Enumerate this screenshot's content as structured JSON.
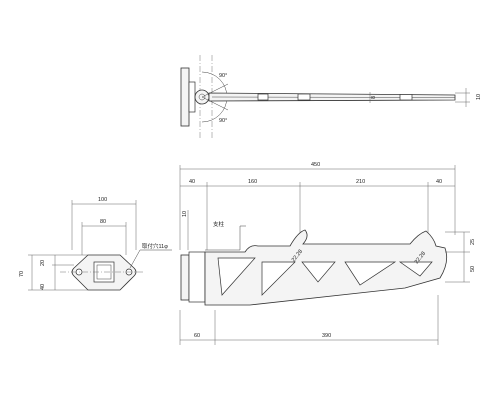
{
  "top_view": {
    "angle_top": "90°",
    "angle_bottom": "90°",
    "dim_8": "8",
    "dim_10": "10"
  },
  "front_view": {
    "dim_total": "450",
    "dim_40_left": "40",
    "dim_160": "160",
    "dim_210": "210",
    "dim_40_right": "40",
    "dim_10": "10",
    "label_support": "支柱",
    "dim_r_left": "22.28",
    "dim_r_right": "22.28",
    "dim_25": "25",
    "dim_50": "50",
    "dim_60": "60",
    "dim_390": "390"
  },
  "side_view": {
    "dim_100": "100",
    "dim_80": "80",
    "label_hole": "取付穴11φ",
    "dim_20": "20",
    "dim_40": "40",
    "dim_70": "70"
  }
}
